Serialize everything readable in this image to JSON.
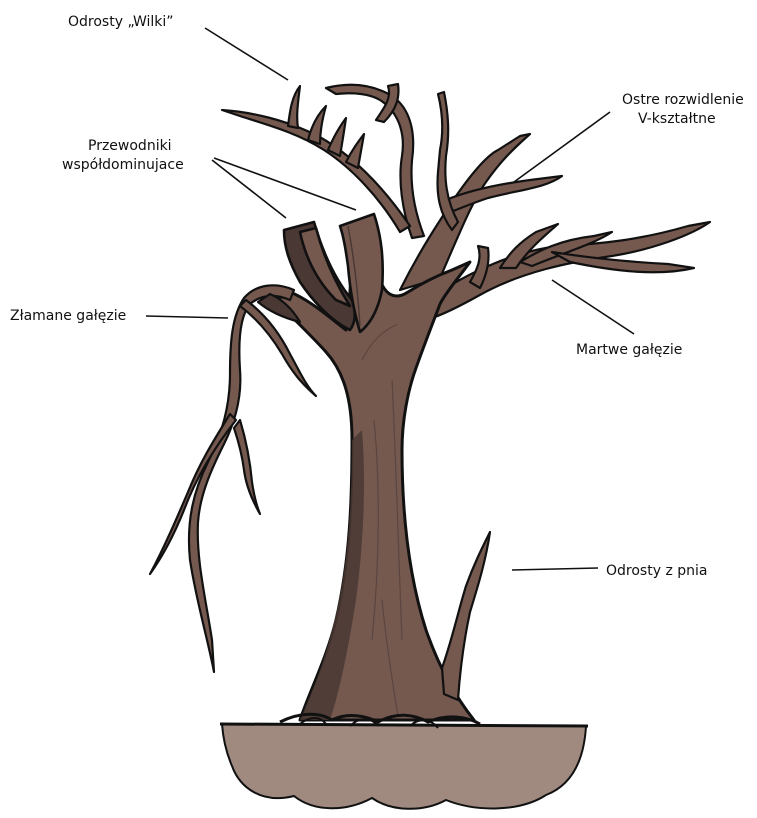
{
  "labels": {
    "wolf_shoots": "Odrosty „Wilki”",
    "codominant_leaders_line1": "Przewodniki",
    "codominant_leaders_line2": "współdominujace",
    "sharp_v_fork_line1": "Ostre rozwidlenie",
    "sharp_v_fork_line2": "V-kształtne",
    "broken_branches": "Złamane gałęzie",
    "dead_branches": "Martwe gałęzie",
    "trunk_suckers": "Odrosty z pnia"
  },
  "colors": {
    "bark": "#75594f",
    "bark_shadow": "#4a3834",
    "outline": "#111111",
    "soil": "#a08a80",
    "leader_lines": "#111111",
    "text": "#111111"
  }
}
